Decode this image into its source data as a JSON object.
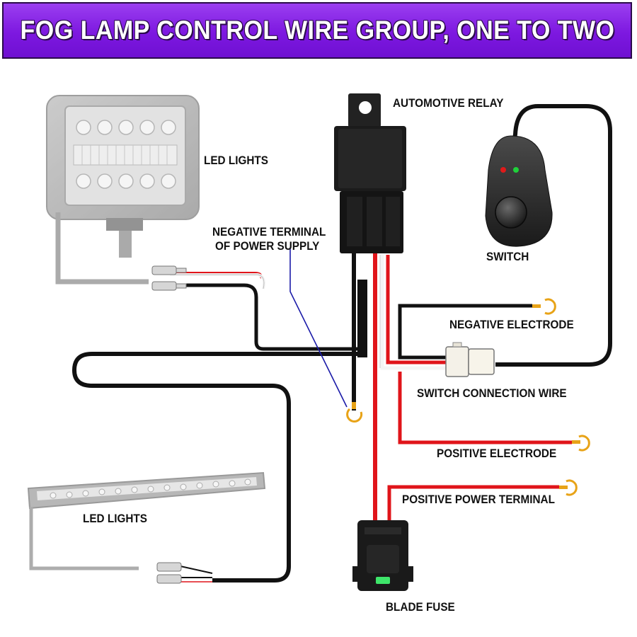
{
  "title": "FOG LAMP CONTROL WIRE GROUP, ONE TO TWO",
  "labels": {
    "automotive_relay": "AUTOMOTIVE RELAY",
    "led_lights_top": "LED LIGHTS",
    "negative_terminal_line1": "NEGATIVE TERMINAL",
    "negative_terminal_line2": "OF POWER SUPPLY",
    "switch": "SWITCH",
    "negative_electrode": "NEGATIVE ELECTRODE",
    "switch_connection_wire": "SWITCH CONNECTION WIRE",
    "positive_electrode": "POSITIVE ELECTRODE",
    "positive_power_terminal": "POSITIVE POWER TERMINAL",
    "led_lights_bottom": "LED LIGHTS",
    "blade_fuse": "BLADE FUSE"
  },
  "colors": {
    "banner": "#7d18e0",
    "wire_black": "#111111",
    "wire_red": "#e0141a",
    "wire_white": "#f4f4f4",
    "ring_terminal": "#e8a317",
    "pointer_line": "#1a1aa8",
    "led_gray": "#9a9a9a"
  }
}
